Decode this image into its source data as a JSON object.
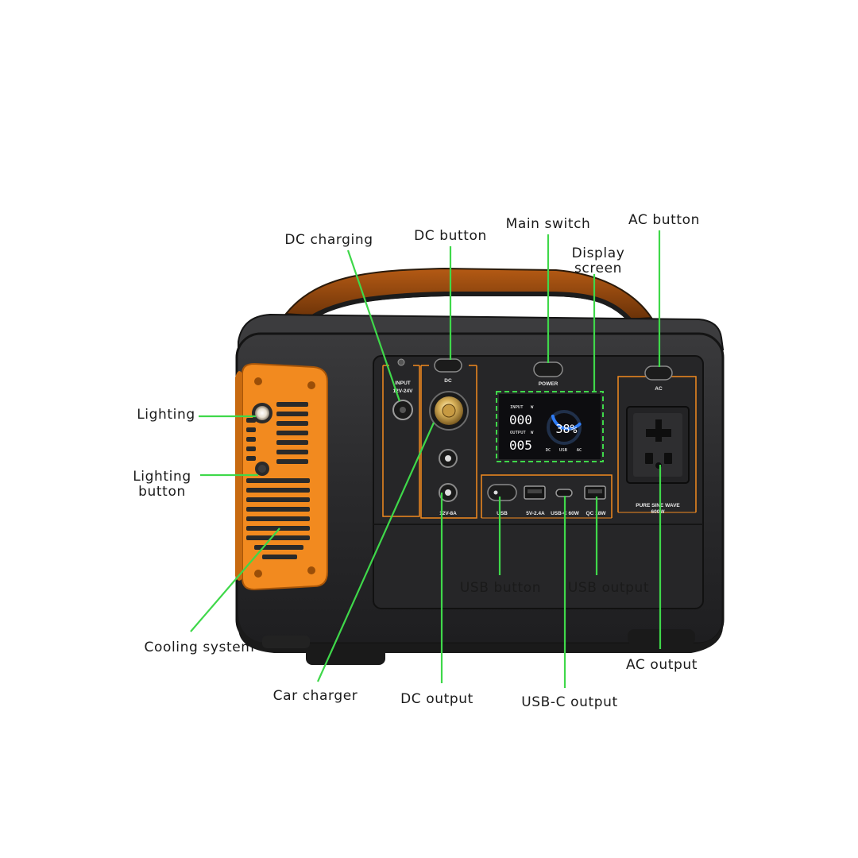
{
  "device": {
    "labels": {
      "input_label": "INPUT",
      "input_spec": "12V-24V",
      "dc_label": "DC",
      "dc_spec": "12V-8A",
      "power_label": "POWER",
      "ac_label": "AC",
      "usb_label": "USB",
      "usb_a_spec": "5V-2.4A",
      "usb_c_spec": "USB-C 60W",
      "qc_spec": "QC 18W",
      "ac_spec_line1": "PURE SINE WAVE",
      "ac_spec_line2": "600W"
    },
    "display": {
      "input_label": "INPUT",
      "input_unit": "W",
      "input_value": "000",
      "output_label": "OUTPUT",
      "output_unit": "W",
      "output_value": "005",
      "battery_percent": "38%",
      "battery_level": 0.38,
      "indicator_dc": "DC",
      "indicator_usb": "USB",
      "indicator_ac": "AC"
    }
  },
  "callouts": {
    "dc_charging": "DC charging",
    "dc_button": "DC button",
    "main_switch": "Main switch",
    "display_line1": "Display",
    "display_line2": "screen",
    "ac_button": "AC button",
    "lighting": "Lighting",
    "lighting_button_line1": "Lighting",
    "lighting_button_line2": "button",
    "cooling_system": "Cooling system",
    "car_charger": "Car charger",
    "dc_output": "DC output",
    "usb_button": "USB button",
    "usb_output": "USB output",
    "usb_c_output": "USB-C output",
    "ac_output": "AC output"
  },
  "colors": {
    "callout_line": "#3fd84a",
    "accent_orange": "#f28a1f",
    "body_dark": "#2b2b2d",
    "lcd_blue": "#2f7cf6"
  }
}
